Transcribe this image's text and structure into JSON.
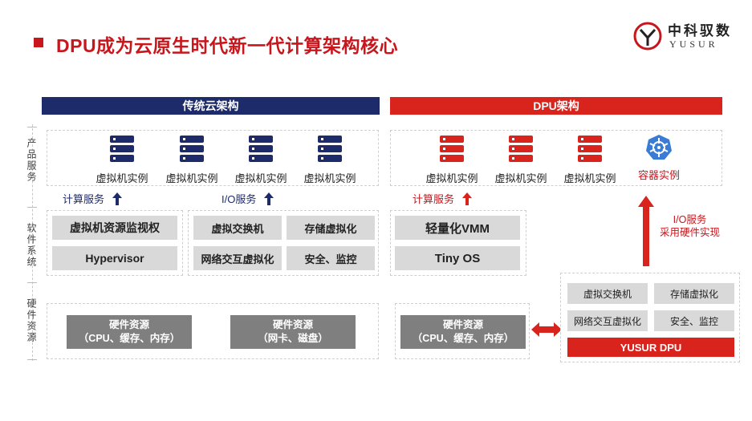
{
  "header": {
    "title": "DPU成为云原生时代新一代计算架构核心",
    "logo_cn": "中科驭数",
    "logo_en": "YUSUR"
  },
  "layers": {
    "product": "产品服务",
    "software": "软件系统",
    "hardware": "硬件资源"
  },
  "traditional": {
    "band": "传统云架构",
    "vms": [
      "虚拟机实例",
      "虚拟机实例",
      "虚拟机实例",
      "虚拟机实例"
    ],
    "compute_service": "计算服务",
    "io_service": "I/O服务",
    "software": {
      "monitor": "虚拟机资源监视权",
      "hypervisor": "Hypervisor",
      "vswitch": "虚拟交换机",
      "storage_virt": "存储虚拟化",
      "net_virt": "网络交互虚拟化",
      "security": "安全、监控"
    },
    "hardware": [
      {
        "line1": "硬件资源",
        "line2": "（CPU、缓存、内存）"
      },
      {
        "line1": "硬件资源",
        "line2": "（网卡、磁盘）"
      }
    ]
  },
  "dpu": {
    "band": "DPU架构",
    "vms": [
      "虚拟机实例",
      "虚拟机实例",
      "虚拟机实例"
    ],
    "container": "容器实例",
    "compute_service": "计算服务",
    "io_note_line1": "I/O服务",
    "io_note_line2": "采用硬件实现",
    "software": {
      "vmm": "轻量化VMM",
      "tinyos": "Tiny OS"
    },
    "hardware": {
      "line1": "硬件资源",
      "line2": "（CPU、缓存、内存）"
    },
    "offload": {
      "vswitch": "虚拟交换机",
      "storage_virt": "存储虚拟化",
      "net_virt": "网络交互虚拟化",
      "security": "安全、监控",
      "chip": "YUSUR DPU"
    }
  },
  "colors": {
    "navy": "#1d2b6b",
    "red": "#d9231d",
    "kubernetes_blue": "#3a7bd5"
  }
}
